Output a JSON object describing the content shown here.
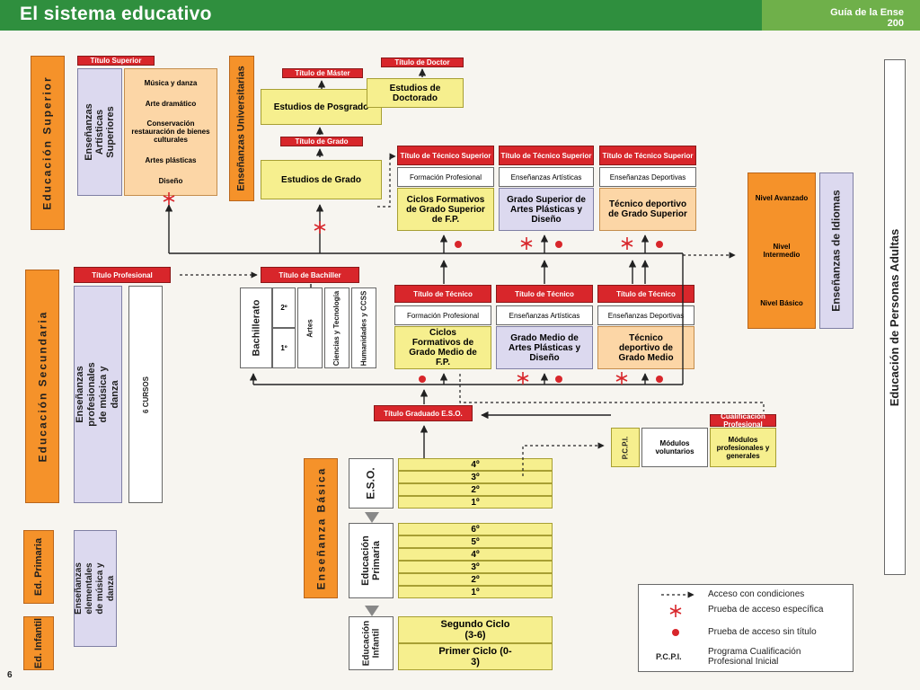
{
  "header": {
    "title": "El sistema educativo",
    "guide": "Guía de la Ense",
    "year": "200"
  },
  "page_number": "6",
  "superior": {
    "side": "Educación Superior",
    "artisticas": "Enseñanzas Artísticas Superiores",
    "titulo_superior": "Título Superior",
    "items": [
      "Música y danza",
      "Arte dramático",
      "Conservación restauración de bienes culturales",
      "Artes plásticas",
      "Diseño"
    ],
    "universitarias": "Enseñanzas Universitarias",
    "titulo_master": "Título de Máster",
    "titulo_doctor": "Título de Doctor",
    "posgrado": "Estudios de Posgrado",
    "doctorado": "Estudios de Doctorado",
    "titulo_grado": "Título de Grado",
    "grado": "Estudios de Grado"
  },
  "tecnico_superior": [
    {
      "head": "Título de Técnico Superior",
      "sub": "Formación Profesional",
      "body": "Ciclos Formativos de Grado Superior de F.P."
    },
    {
      "head": "Título de Técnico Superior",
      "sub": "Enseñanzas Artísticas",
      "body": "Grado Superior de Artes Plásticas y Diseño"
    },
    {
      "head": "Título de Técnico Superior",
      "sub": "Enseñanzas Deportivas",
      "body": "Técnico deportivo de Grado Superior"
    }
  ],
  "idiomas": {
    "side": "Enseñanzas de Idiomas",
    "levels": [
      "Nivel Avanzado",
      "Nivel Intermedio",
      "Nivel Básico"
    ]
  },
  "adultas": "Educación de Personas Adultas",
  "secundaria": {
    "side": "Educación Secundaria",
    "titulo_profesional": "Título Profesional",
    "profesionales": "Enseñanzas profesionales de música y danza",
    "cursos": "6 CURSOS",
    "titulo_bachiller": "Título de Bachiller",
    "bachillerato": "Bachillerato",
    "years": [
      "2º",
      "1º"
    ],
    "modalidades": [
      "Artes",
      "Ciencias y Tecnología",
      "Humanidades y CCSS"
    ]
  },
  "tecnico": [
    {
      "head": "Título de Técnico",
      "sub": "Formación Profesional",
      "body": "Ciclos Formativos de Grado Medio de F.P."
    },
    {
      "head": "Título de Técnico",
      "sub": "Enseñanzas Artísticas",
      "body": "Grado Medio de Artes Plásticas y Diseño"
    },
    {
      "head": "Título de Técnico",
      "sub": "Enseñanzas Deportivas",
      "body": "Técnico deportivo de Grado Medio"
    }
  ],
  "eso": {
    "titulo": "Título Graduado E.S.O.",
    "label": "E.S.O.",
    "years": [
      "4º",
      "3º",
      "2º",
      "1º"
    ]
  },
  "pcpi": {
    "label": "P.C.P.I.",
    "modulos_vol": "Módulos voluntarios",
    "cualificacion": "Cualificación Profesional",
    "modulos_prof": "Módulos profesionales y generales"
  },
  "basica": {
    "side": "Enseñanza Básica"
  },
  "primaria": {
    "label": "Educación Primaria",
    "years": [
      "6º",
      "5º",
      "4º",
      "3º",
      "2º",
      "1º"
    ],
    "side": "Ed. Primaria",
    "elementales": "Enseñanzas elementales de música y danza"
  },
  "infantil": {
    "label": "Educación Infantil",
    "ciclos": [
      "Segundo Ciclo (3-6)",
      "Primer Ciclo (0-3)"
    ],
    "side": "Ed. Infantil"
  },
  "legend": {
    "items": [
      "Acceso con condiciones",
      "Prueba de acceso específica",
      "Prueba de acceso sin título",
      "Programa Cualificación Profesional Inicial"
    ],
    "pcpi_abbr": "P.C.P.I."
  },
  "colors": {
    "orange": "#f5922a",
    "red": "#d8262b",
    "green": "#2f8f3e",
    "lavender": "#dcd9ef",
    "peach": "#fcd6a6",
    "yellow": "#f6ef8e"
  }
}
